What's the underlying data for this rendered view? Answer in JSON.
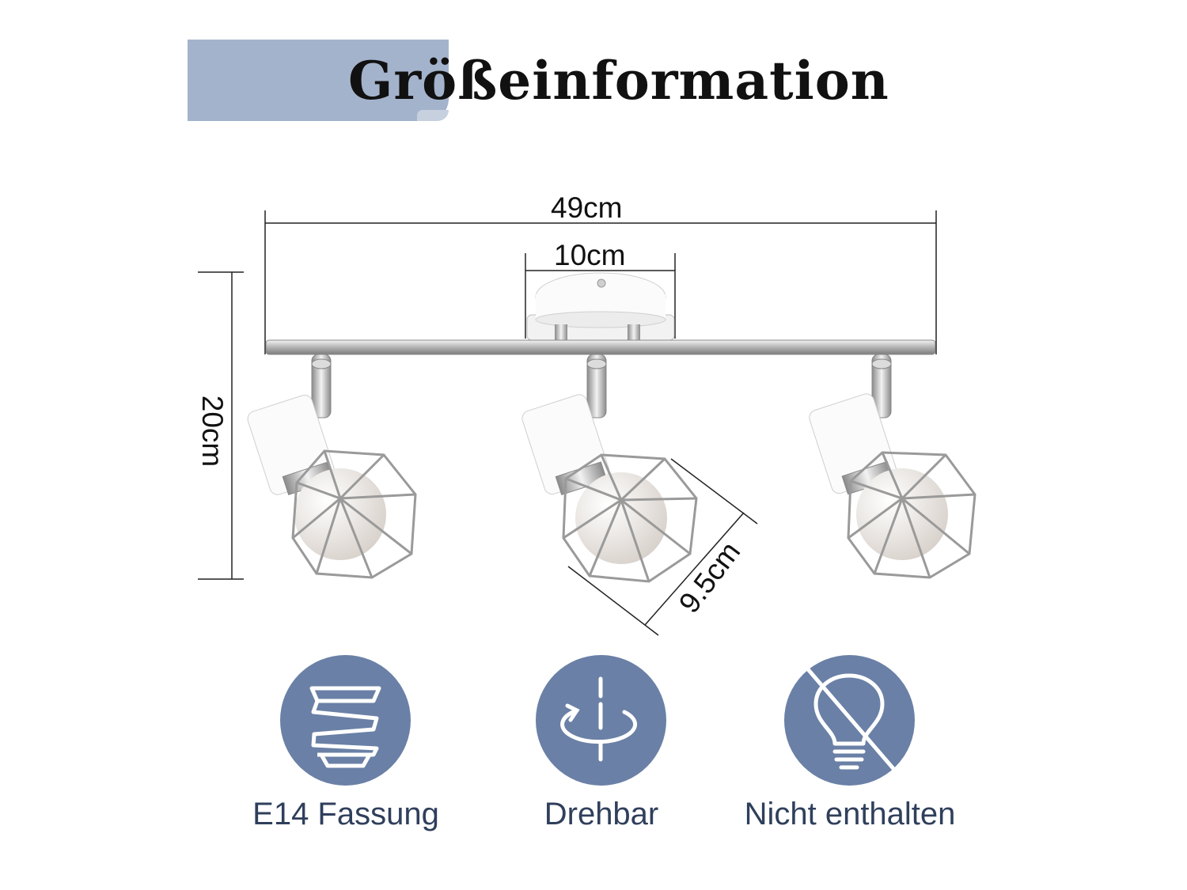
{
  "title": "Größeinformation",
  "dimensions": {
    "width": "49cm",
    "mount_diameter": "10cm",
    "height": "20cm",
    "shade": "9.5cm"
  },
  "features": [
    {
      "icon": "e14-socket-icon",
      "label": "E14 Fassung"
    },
    {
      "icon": "rotate-icon",
      "label": "Drehbar"
    },
    {
      "icon": "bulb-not-included-icon",
      "label": "Nicht enthalten"
    }
  ],
  "colors": {
    "title_band": "#a4b3cc",
    "icon_circle": "#6a80a6",
    "feature_text": "#2f3f5c"
  }
}
